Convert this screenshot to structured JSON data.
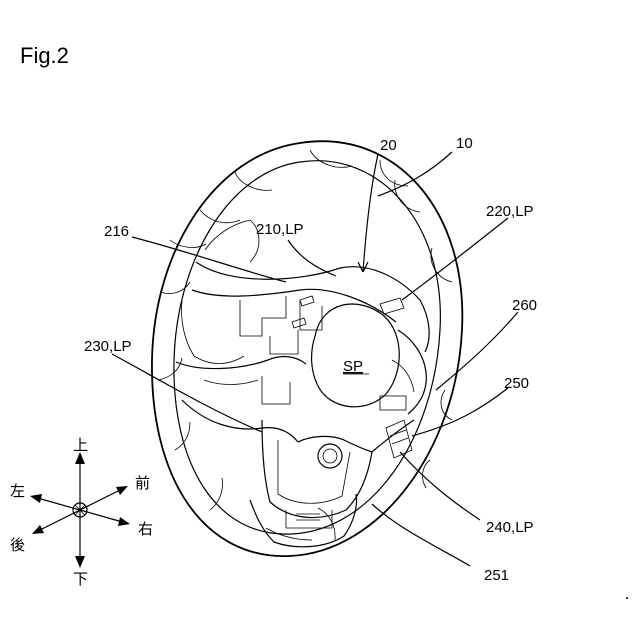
{
  "figure": {
    "title": "Fig.2",
    "labels": {
      "l20": "20",
      "l10": "10",
      "l216": "216",
      "l210": "210,LP",
      "l220": "220,LP",
      "l260": "260",
      "l230": "230,LP",
      "lsp": "SP",
      "l250": "250",
      "l240": "240,LP",
      "l251": "251"
    },
    "directions": {
      "up": "上",
      "front": "前",
      "left": "左",
      "right": "右",
      "back": "後",
      "down": "下"
    }
  }
}
